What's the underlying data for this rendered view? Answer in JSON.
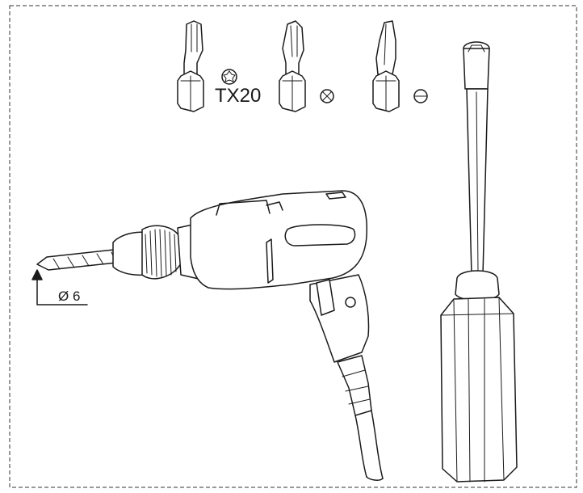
{
  "diagram": {
    "bits": [
      {
        "name": "torx",
        "label": "TX20",
        "symbol": "torx-icon"
      },
      {
        "name": "phillips",
        "label": "",
        "symbol": "phillips-cross-icon"
      },
      {
        "name": "slotted",
        "label": "",
        "symbol": "slotted-minus-icon"
      }
    ],
    "drill_bit_label": "Ø 6",
    "tools": [
      "electric-drill",
      "screwdriver"
    ]
  }
}
